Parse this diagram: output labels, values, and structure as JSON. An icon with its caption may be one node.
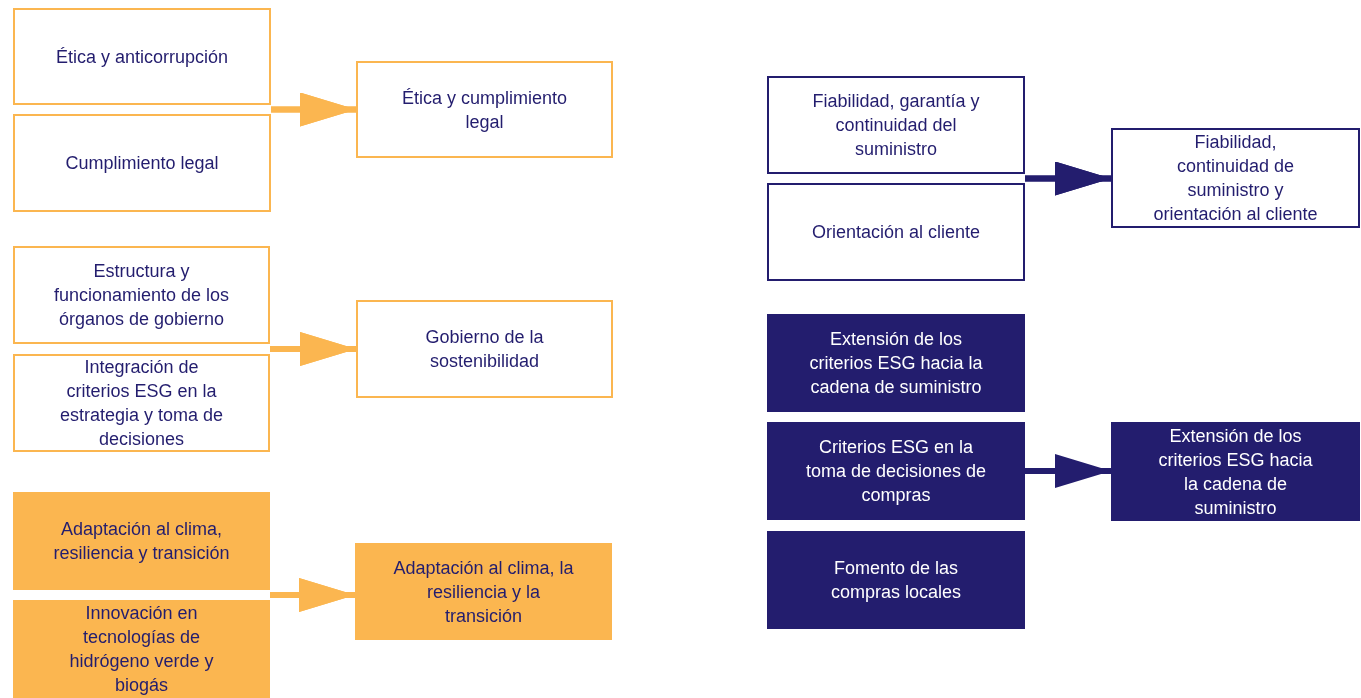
{
  "diagram": {
    "nodes": [
      {
        "text": [
          "Ética y anticorrupción"
        ]
      },
      {
        "text": [
          "Cumplimiento legal"
        ]
      },
      {
        "text": [
          "Ética y cumplimiento legal"
        ]
      },
      {
        "text": [
          "Estructura y funcionamiento de los órganos de gobierno"
        ]
      },
      {
        "text": [
          "Integración de criterios ESG en la estrategia y toma de decisiones"
        ]
      },
      {
        "text": [
          "Gobierno de la sostenibilidad"
        ]
      },
      {
        "text": [
          "Adaptación al clima, resiliencia y transición"
        ]
      },
      {
        "text": [
          "Innovación en tecnologías de hidrógeno verde y biogás"
        ]
      },
      {
        "text": [
          "Adaptación al clima, la resiliencia y la transición"
        ]
      },
      {
        "text": [
          "Fiabilidad, garantía y continuidad del suministro"
        ]
      },
      {
        "text": [
          "Orientación al cliente"
        ]
      },
      {
        "text": [
          "Fiabilidad, continuidad de suministro y orientación al cliente"
        ]
      },
      {
        "text": [
          "Extensión de los criterios ESG hacia la cadena de suministro"
        ]
      },
      {
        "text": [
          "Criterios ESG en la toma de decisiones de compras"
        ]
      },
      {
        "text": [
          "Fomento de las compras locales"
        ]
      },
      {
        "text": [
          "Extensión de los criterios ESG hacia la cadena de suministro"
        ]
      }
    ],
    "edges": [
      {
        "from": 0,
        "to": 2,
        "arrow": "to"
      },
      {
        "from": 1,
        "to": 2,
        "arrow": "to"
      },
      {
        "from": 3,
        "to": 5,
        "arrow": "to"
      },
      {
        "from": 4,
        "to": 5,
        "arrow": "to"
      },
      {
        "from": 6,
        "to": 8,
        "arrow": "to"
      },
      {
        "from": 7,
        "to": 8,
        "arrow": "to"
      },
      {
        "from": 9,
        "to": 11,
        "arrow": "to",
        "color": "#231d6e"
      },
      {
        "from": 10,
        "to": 11,
        "arrow": "to",
        "color": "#231d6e"
      },
      {
        "from": 13,
        "to": 15,
        "arrow": "to",
        "color": "#231d6e"
      }
    ]
  }
}
